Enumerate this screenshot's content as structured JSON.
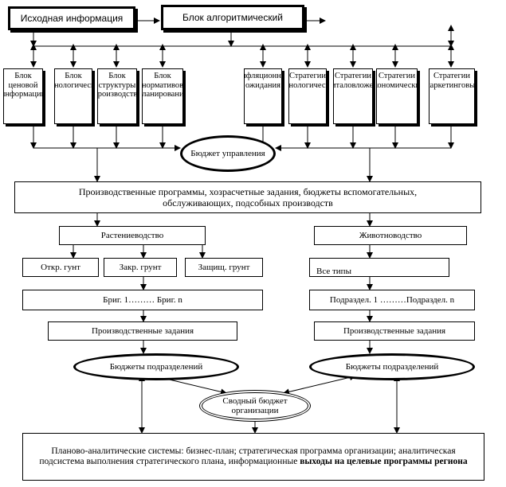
{
  "top": {
    "source_info": "Исходная информация",
    "algo_block": "Блок алгоритмический"
  },
  "left_blocks": [
    "Блок ценовой информации",
    "Блок технологический",
    "Блок структуры производства",
    "Блок нормативов планирования"
  ],
  "right_blocks": [
    "Инфляционные ожидания",
    "Стратегии технологические",
    "Стратегии капиталовложений",
    "Стратегии экономические",
    "Стратегии маркетинговые"
  ],
  "budget_mgmt": "Бюджет управления",
  "production_programs": "Производственные программы, хозрасчетные задания, бюджеты вспомогательных, обслуживающих, подсобных производств",
  "plant": {
    "title": "Растениеводство",
    "open": "Откр. гунт",
    "closed": "Закр. грунт",
    "protected": "Защищ. грунт",
    "brigades": "Бриг. 1……… Бриг. n",
    "tasks": "Производственные задания",
    "budgets": "Бюджеты подразделений"
  },
  "animal": {
    "title": "Животноводство",
    "all_types": "Все типы",
    "units": "Подраздел. 1 ………Подраздел. n",
    "tasks": "Производственные задания",
    "budgets": "Бюджеты подразделений"
  },
  "consolidated": "Сводный бюджет организации",
  "bottom": {
    "text": "Планово-аналитические системы: бизнес-план; стратегическая программа организации; аналитическая подсистема выполнения стратегического плана, информационные",
    "bold": "выходы на целевые программы региона"
  }
}
